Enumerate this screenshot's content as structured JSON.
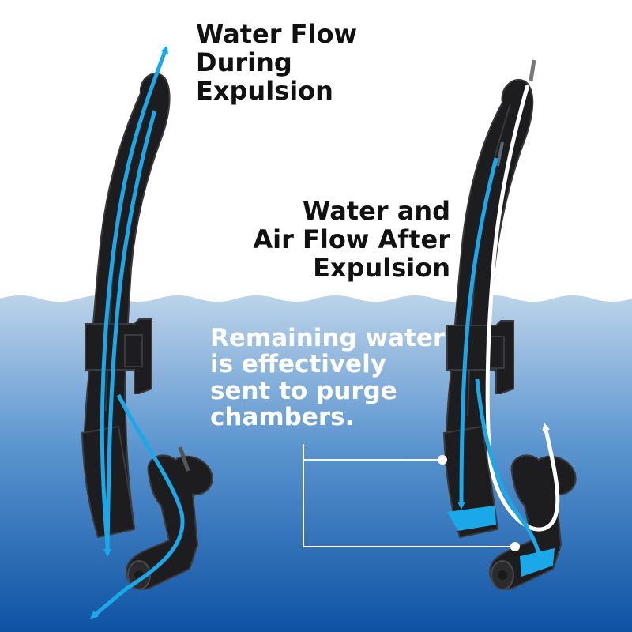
{
  "labels": {
    "during": [
      "Water Flow",
      "During",
      "Expulsion"
    ],
    "after": [
      "Water and",
      "Air Flow After",
      "Expulsion"
    ],
    "remaining": [
      "Remaining water",
      "is effectively",
      "sent to purge",
      "chambers."
    ]
  },
  "colors": {
    "water_top": "#bcd3ea",
    "water_bottom": "#0d52a3",
    "snorkel_body": "#1d1d1f",
    "snorkel_edge": "#3a3a3c",
    "water_flow": "#1ba8e8",
    "air_flow": "#ffffff",
    "text_dark": "#111111",
    "text_light": "#ffffff"
  },
  "icons": [
    "snorkel-tube-icon",
    "mouthpiece-icon",
    "purge-valve-icon"
  ]
}
